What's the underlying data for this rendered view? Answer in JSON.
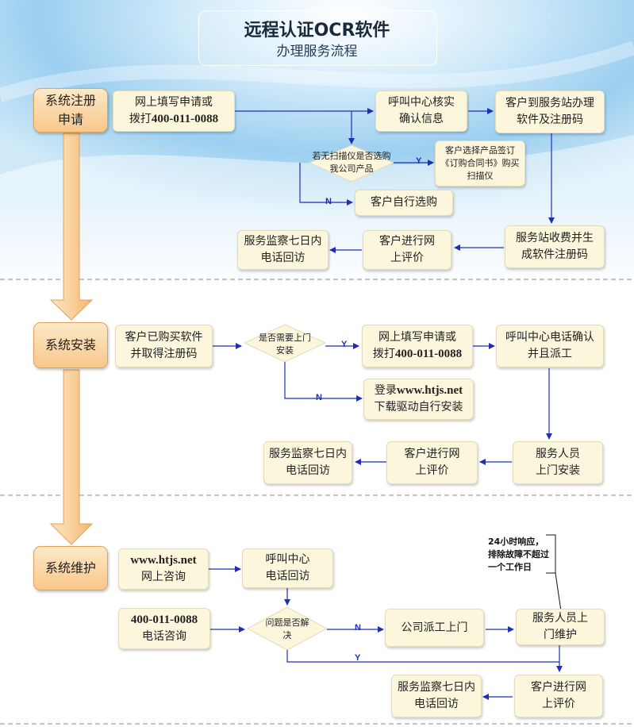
{
  "title": {
    "main": "远程认证OCR软件",
    "sub": "办理服务流程"
  },
  "stages": {
    "register": "系统注册申请",
    "install": "系统安装",
    "maintain": "系统维护"
  },
  "register": {
    "apply_line1": "网上填写申请或",
    "apply_line2_prefix": "拨打",
    "apply_phone": "400-011-0088",
    "callcenter": "呼叫中心核实确认信息",
    "client_station": "客户到服务站办理软件及注册码",
    "decision": "若无扫描仪是否选购我公司产品",
    "yes_label": "Y",
    "no_label": "N",
    "sign_contract": "客户选择产品签订《订购合同书》购买扫描仪",
    "self_buy": "客户自行选购",
    "station_fee": "服务站收费并生成软件注册码",
    "online_review": "客户进行网上评价",
    "supervise": "服务监察七日内电话回访"
  },
  "install": {
    "bought": "客户已购买软件并取得注册码",
    "decision": "是否需要上门安装",
    "yes_label": "Y",
    "no_label": "N",
    "apply_line1": "网上填写申请或",
    "apply_line2_prefix": "拨打",
    "apply_phone": "400-011-0088",
    "callcenter_dispatch": "呼叫中心电话确认并且派工",
    "download_prefix": "登录",
    "download_site": "www.htjs.net",
    "download_line2": "下载驱动自行安装",
    "onsite_install": "服务人员上门安装",
    "online_review": "客户进行网上评价",
    "supervise": "服务监察七日内电话回访"
  },
  "maintain": {
    "web_site": "www.htjs.net",
    "web_consult": "网上咨询",
    "callback": "呼叫中心电话回访",
    "phone": "400-011-0088",
    "phone_consult": "电话咨询",
    "decision": "问题是否解决",
    "no_label": "N",
    "yes_label": "Y",
    "dispatch": "公司派工上门",
    "onsite_maintain": "服务人员上门维护",
    "sla_note": "24小时响应，排除故障不超过一个工作日",
    "online_review": "客户进行网上评价",
    "supervise": "服务监察七日内电话回访"
  },
  "colors": {
    "arrow": "#1f2fb5",
    "box_fill": "#fbf6dc",
    "stage_fill": "#f8c78a",
    "divider": "#888888"
  }
}
